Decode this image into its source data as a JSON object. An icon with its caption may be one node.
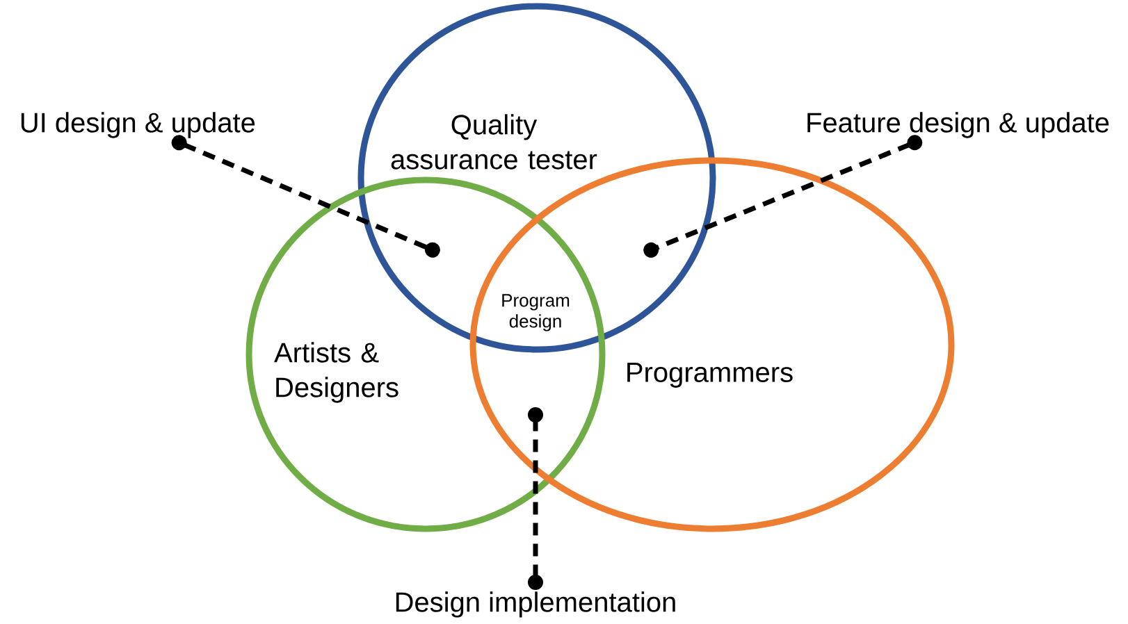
{
  "diagram": {
    "nodes": [
      {
        "text": [
          "Quality assurance tester"
        ]
      },
      {
        "text": [
          "Artists & Designers"
        ]
      },
      {
        "text": [
          "Programmers"
        ]
      },
      {
        "text": [
          "UI design & update"
        ]
      },
      {
        "text": [
          "Feature design & update"
        ]
      },
      {
        "text": [
          "Design implementation"
        ]
      }
    ],
    "edges": [
      {
        "from": 3,
        "to": 0,
        "arrow": "other",
        "style": "dashed"
      },
      {
        "from": 4,
        "to": 0,
        "arrow": "other",
        "style": "dashed"
      },
      {
        "from": 5,
        "to": 1,
        "arrow": "other",
        "style": "dashed"
      }
    ],
    "labels": [
      "Program design"
    ]
  }
}
